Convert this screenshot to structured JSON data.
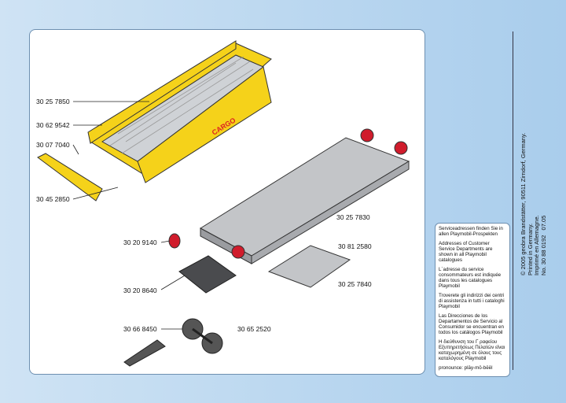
{
  "parts": {
    "p1": "30 25 7850",
    "p2": "30 62 9542",
    "p3": "30 07 7040",
    "p4": "30 45 2850",
    "p5": "30 25 7830",
    "p6": "30 20 9140",
    "p7": "30 81 2580",
    "p8": "30 25 7840",
    "p9": "30 20 8640",
    "p10": "30 66 8450",
    "p11": "30 65 2520"
  },
  "wagon_print": "CARGO",
  "info": [
    "Serviceadressen finden Sie in allen Playmobil-Prospekten",
    "Addresses of Customer Service Departments are shown in all Playmobil catalogues",
    "L´adresse du service consommateurs est indiquée dans tous les catalogues Playmobil",
    "Troverete gli indirizzi dei centri di assistenza in tutti i cataloghi Playmobil",
    "Las Direcciones de los Departamentos de Servicio al Consumidor se encuentran en todos los catálogos Playmobil",
    "Η διεύθυνση του Γ ραφείου Εξυπηρετήσεως Πελατών είναι καταχωρημένη σε όλους τους καταλόγους Playmobil",
    "pronounce: plāy-mō-bēēl"
  ],
  "imprint": {
    "line1": "© 2005 geobra Brandstätter, 90511 Zirndorf, Germany.",
    "line2": "Printed in Germany.",
    "line3": "Imprimé en Allemagne.",
    "line4": "No. 30 88 0192",
    "date": "07.05"
  }
}
